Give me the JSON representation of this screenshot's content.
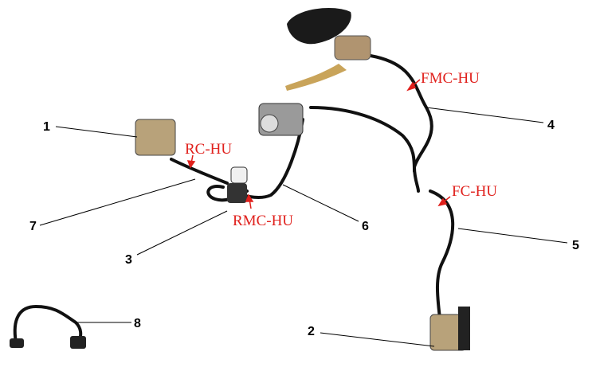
{
  "diagram": {
    "title": "Brake hose system exploded view",
    "part_numbers": [
      "1",
      "2",
      "3",
      "4",
      "5",
      "6",
      "7",
      "8"
    ],
    "hose_codes": {
      "fmc_hu": "FMC-HU",
      "rc_hu": "RC-HU",
      "rmc_hu": "RMC-HU",
      "fc_hu": "FC-HU"
    },
    "colors": {
      "hose": "#111111",
      "label_red": "#e0201c",
      "caliper": "#b8a27a",
      "leader": "#000000"
    }
  }
}
